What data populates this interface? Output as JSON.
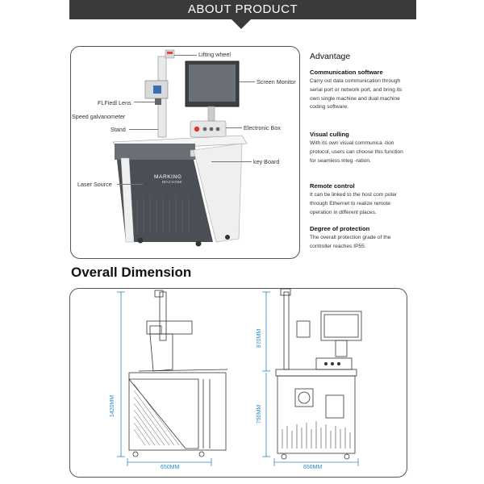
{
  "banner": {
    "title": "ABOUT PRODUCT"
  },
  "callouts": {
    "lifting_wheel": "Lifting wheel",
    "screen_monitor": "Screen Monitor",
    "lens": "FLFiedl Lens",
    "galvanometer": "Speed galvanometer",
    "stand": "Stand",
    "electronic_box": "Electronic Box",
    "keyboard": "key Board",
    "laser_source": "Laser  Source"
  },
  "machine_text": {
    "line1": "MARKING",
    "line2": "MACHINE"
  },
  "advantage": {
    "heading": "Advantage",
    "features": [
      {
        "title": "Communication software",
        "text": "Carry out data communication through serial port or network port, and bring its own single machine and dual machine coding software."
      },
      {
        "title": "Visual culling",
        "text": "With its own visual communica -tion protocol, users can choose this function for seamless integ -ration."
      },
      {
        "title": "Remote control",
        "text": "It can be linked to the host com puter through Ethernet to realize remote operation in different places."
      },
      {
        "title": "Degree of protection",
        "text": "The overall protection grade of the controller reaches IP55."
      }
    ]
  },
  "dimension": {
    "title": "Overall Dimension",
    "left_height": "1420MM",
    "left_width": "650MM",
    "right_top_height": "870MM",
    "right_bottom_height": "750MM",
    "right_width": "650MM"
  },
  "colors": {
    "banner": "#3a3a3a",
    "dimension_line": "#2a8bc6",
    "machine_body": "#4a4f55",
    "machine_white": "#f2f2f2"
  }
}
